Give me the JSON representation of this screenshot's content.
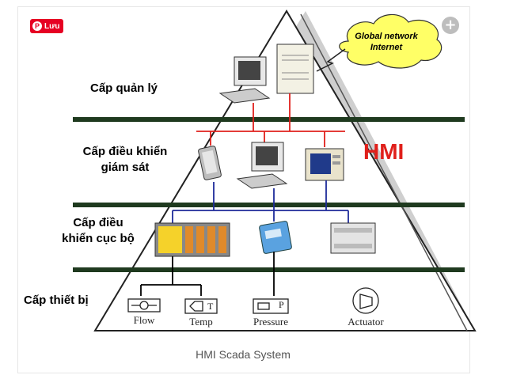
{
  "save_button": {
    "label": "Lưu"
  },
  "levels": {
    "management": "Cấp quản lý",
    "supervisory_line1": "Cấp điều khiển",
    "supervisory_line2": "giám sát",
    "local_line1": "Cấp điều",
    "local_line2": "khiển cục bộ",
    "device": "Cấp thiết bị"
  },
  "hmi_label": "HMI",
  "network": {
    "line1": "Global network",
    "line2": "Internet"
  },
  "devices": {
    "flow": "Flow",
    "temp": "Temp",
    "pressure": "Pressure",
    "actuator": "Actuator"
  },
  "device_symbols": {
    "temp": "T",
    "pressure": "P"
  },
  "caption": "HMI Scada System",
  "colors": {
    "bus_red": "#e0201b",
    "bus_blue": "#1e2a9a",
    "bus_black": "#000000",
    "separator": "#1f3a1f",
    "cloud": "#ffff66"
  }
}
